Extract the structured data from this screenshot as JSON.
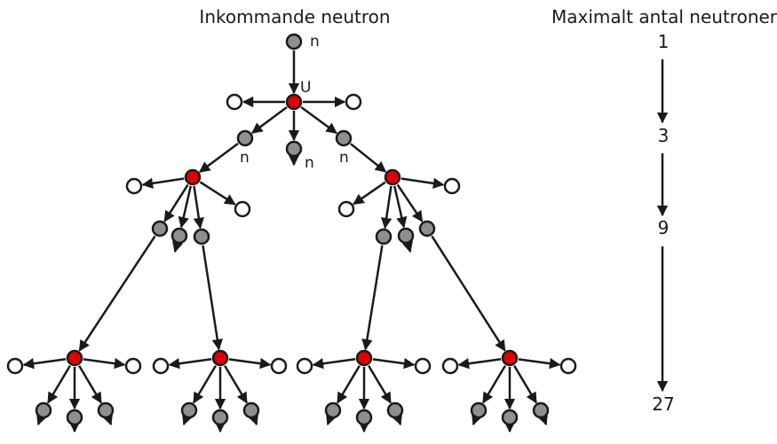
{
  "diagram": {
    "title_left": "Inkommande neutron",
    "title_right": "Maximalt antal neutroner",
    "labels": {
      "neutron": "n",
      "uranium": "U"
    },
    "counts": [
      "1",
      "3",
      "9",
      "27"
    ],
    "colors": {
      "uranium_fill": "#e00000",
      "neutron_fill": "#8f8f8f",
      "product_fill": "#ffffff",
      "stroke": "#1a1a1a"
    }
  }
}
